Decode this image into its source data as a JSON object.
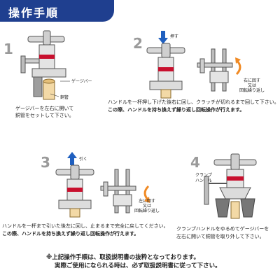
{
  "header": {
    "title": "操作手順"
  },
  "steps": [
    {
      "number": "1",
      "labels": {
        "gauge_bar": "ゲージバー",
        "copper_pipe": "銅管"
      },
      "text": [
        "ゲージバーを左右に開いて",
        "銅管をセットして下さい。"
      ]
    },
    {
      "number": "2",
      "labels": {
        "push": "押す",
        "rotate": [
          "右に回す",
          "又は",
          "回転繰り返し"
        ]
      },
      "text": [
        "ハンドルを一杯押し下げた後右に回し、クラッチが切れるまで回して下さい。"
      ],
      "bold_text": "この際、ハンドルを持ち換えず繰り返し回転操作が行えます。"
    },
    {
      "number": "3",
      "labels": {
        "pull": "引く",
        "rotate": [
          "左に回す",
          "又は",
          "回転繰り返し"
        ]
      },
      "text": [
        "ハンドルを一杯まで引いた後左に回し、止まるまで完全に戻してください。"
      ],
      "bold_text": "この際、ハンドルを持ち換えず繰り返し回転操作が行えます。"
    },
    {
      "number": "4",
      "labels": {
        "clamp_handle": [
          "クランプ",
          "ハンドル"
        ]
      },
      "text": [
        "クランプハンドルをゆるめてゲージバーを",
        "左右に開いて銅管を取り外して下さい。"
      ]
    }
  ],
  "footer_note": [
    "※上記操作手順は、取扱説明書の抜粋となっております。",
    "実際ご使用になられる時は、必ず取扱説明書に従って下さい。"
  ],
  "colors": {
    "header": "#1f3f8f",
    "arrow_blue": "#1f5fbf",
    "arrow_orange": "#f08a24",
    "accent_red": "#c8102e"
  }
}
